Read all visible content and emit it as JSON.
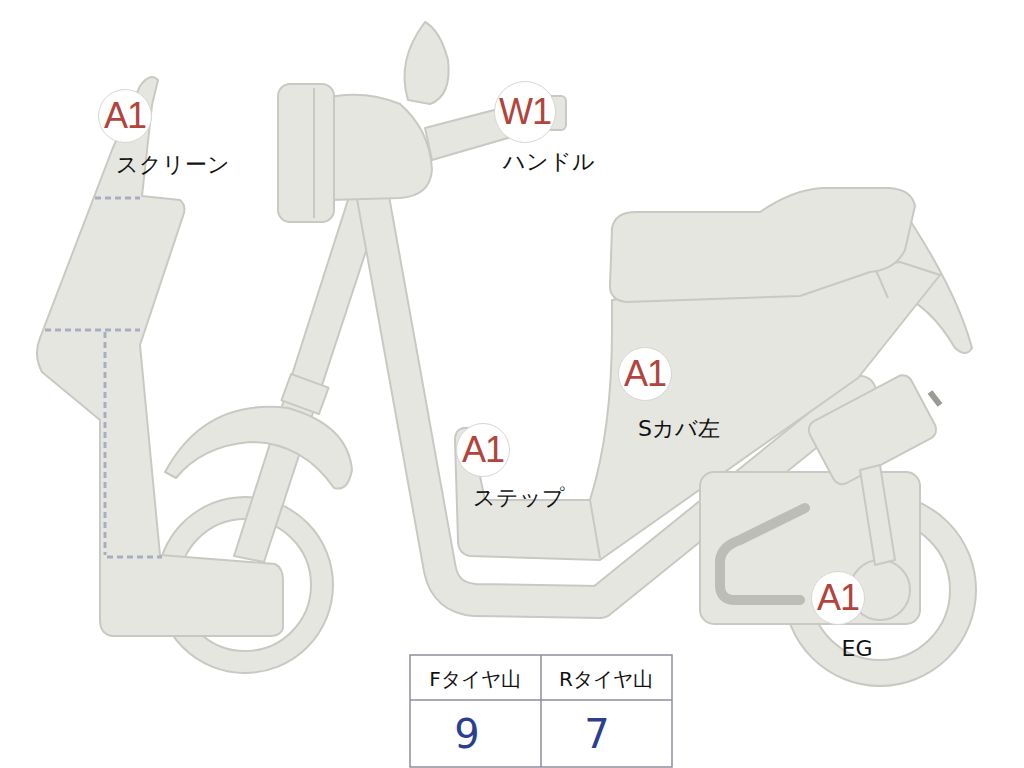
{
  "diagram": {
    "nodes": [
      {
        "text": [
          "A1",
          "スクリーン"
        ]
      },
      {
        "text": [
          "W1",
          "ハンドル"
        ]
      },
      {
        "text": [
          "A1",
          "Sカバ左"
        ]
      },
      {
        "text": [
          "A1",
          "ステップ"
        ]
      },
      {
        "text": [
          "A1",
          "EG"
        ]
      }
    ],
    "labels": [
      "Fタイヤ山",
      "Rタイヤ山",
      "9",
      "7"
    ]
  }
}
